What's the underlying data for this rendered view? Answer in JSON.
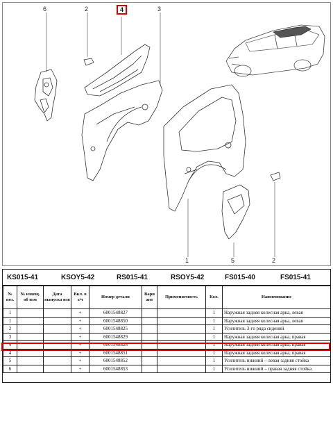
{
  "diagram": {
    "callouts": [
      {
        "id": "6",
        "label": "6"
      },
      {
        "id": "2a",
        "label": "2"
      },
      {
        "id": "4",
        "label": "4"
      },
      {
        "id": "3",
        "label": "3"
      },
      {
        "id": "1",
        "label": "1"
      },
      {
        "id": "5",
        "label": "5"
      },
      {
        "id": "2b",
        "label": "2"
      }
    ]
  },
  "codes": [
    "KS015-41",
    "KSOY5-42",
    "RS015-41",
    "RSOY5-42",
    "FS015-40",
    "FS015-41"
  ],
  "table": {
    "headers": {
      "pos": "№ поз.",
      "notice": "№ извещ. об изм",
      "date": "Дата выпуска изв",
      "incl": "Вкл. в з/ч",
      "part": "Номер детали",
      "variant": "Вари ант",
      "applicability": "Применяемость",
      "qty": "Кол.",
      "name": "Наименование"
    },
    "rows": [
      {
        "pos": "1",
        "incl": "+",
        "part": "6001548827",
        "qty": "1",
        "name": "Наружная задняя колесная арка, левая"
      },
      {
        "pos": "1",
        "incl": "+",
        "part": "6001548850",
        "qty": "1",
        "name": "Наружная задняя колесная арка, левая"
      },
      {
        "pos": "2",
        "incl": "+",
        "part": "6001548825",
        "qty": "1",
        "name": "Усилитель 3-го ряда сидений"
      },
      {
        "pos": "3",
        "incl": "+",
        "part": "6001548829",
        "qty": "1",
        "name": "Наружная задняя колесная арка, правая"
      },
      {
        "pos": "4",
        "incl": "+",
        "part": "6001548828",
        "qty": "1",
        "name": "Наружная задняя колесная арка, правая"
      },
      {
        "pos": "4",
        "incl": "+",
        "part": "6001548851",
        "qty": "1",
        "name": "Наружная задняя колесная арка, правая"
      },
      {
        "pos": "5",
        "incl": "+",
        "part": "6001548852",
        "qty": "1",
        "name": "Усилитель нижний – левая задняя стойка"
      },
      {
        "pos": "6",
        "incl": "+",
        "part": "6001548853",
        "qty": "1",
        "name": "Усилитель нижний – правая задняя стойка"
      }
    ]
  }
}
